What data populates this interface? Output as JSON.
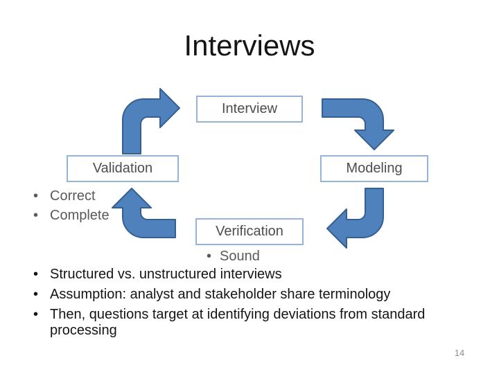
{
  "slide": {
    "title": "Interviews",
    "page_number": "14"
  },
  "diagram": {
    "boxes": {
      "interview": "Interview",
      "validation": "Validation",
      "modeling": "Modeling",
      "verification": "Verification"
    },
    "validation_bullets": [
      "Correct",
      "Complete"
    ],
    "verification_bullets": [
      "Sound"
    ],
    "arrows": [
      "validation-to-interview",
      "interview-to-modeling",
      "modeling-to-verification",
      "verification-to-validation"
    ],
    "colors": {
      "arrow_fill": "#4F81BD",
      "arrow_stroke": "#365F91",
      "box_border": "#95B3D7",
      "box_text": "#4D4D4D",
      "secondary_text": "#595959"
    }
  },
  "bullets": [
    "Structured vs. unstructured interviews",
    "Assumption: analyst and stakeholder share terminology",
    "Then, questions target at identifying deviations from standard processing"
  ]
}
